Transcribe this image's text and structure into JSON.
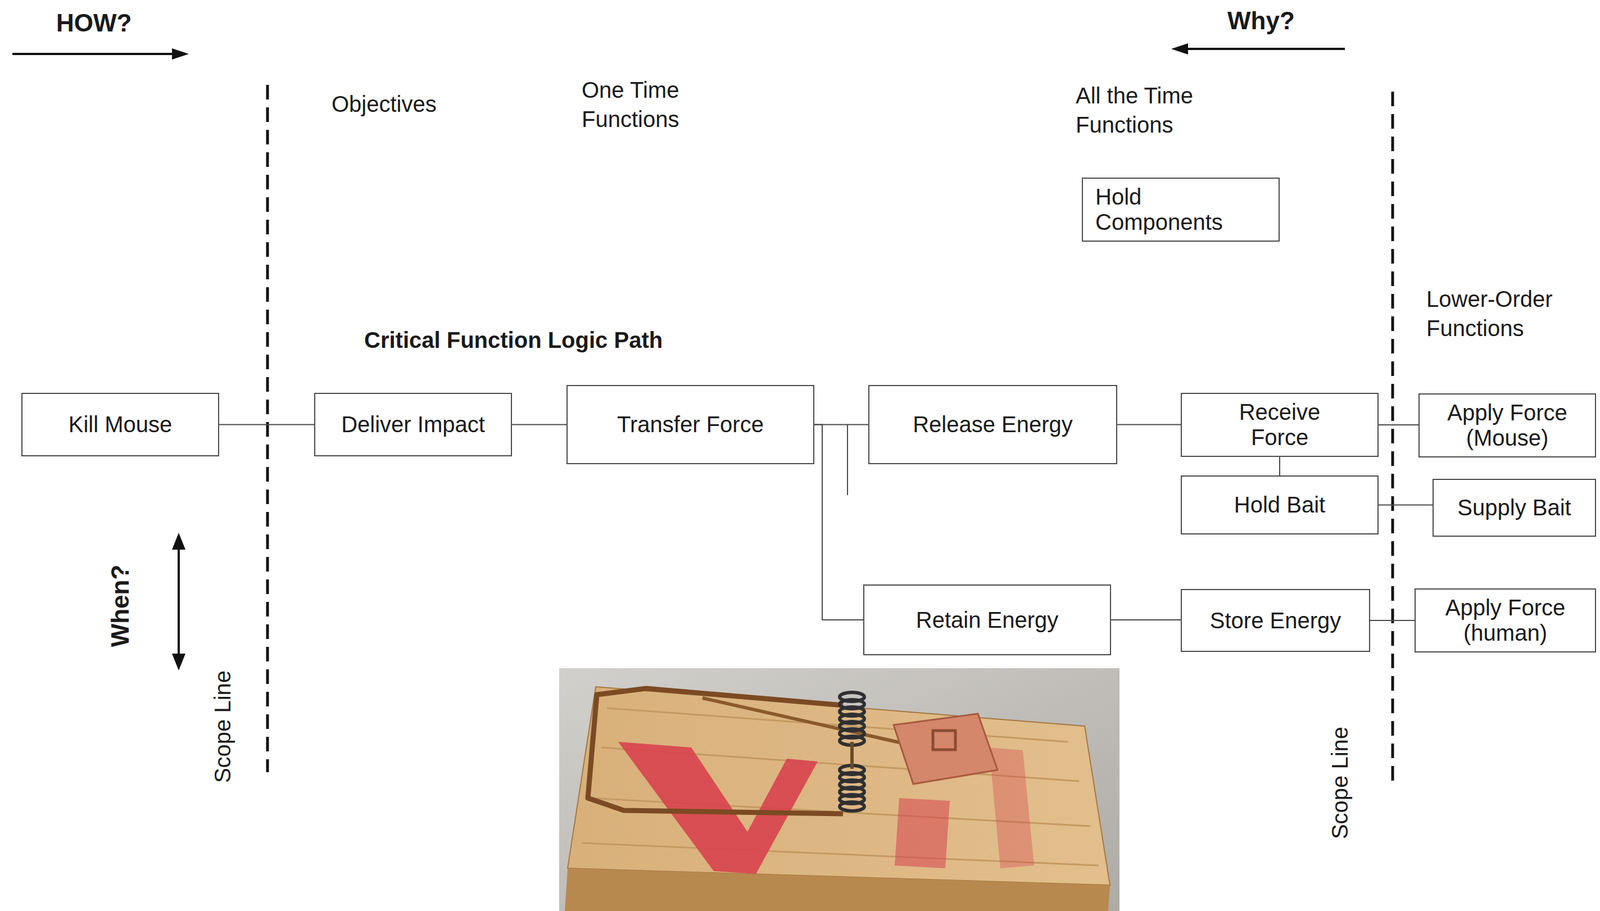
{
  "diagram": {
    "nodes": [
      {
        "text": [
          "Hold Components"
        ]
      },
      {
        "text": [
          "Kill Mouse"
        ]
      },
      {
        "text": [
          "Deliver Impact"
        ]
      },
      {
        "text": [
          "Transfer Force"
        ]
      },
      {
        "text": [
          "Release Energy"
        ]
      },
      {
        "text": [
          "Receive Force"
        ]
      },
      {
        "text": [
          "Apply Force (Mouse)"
        ]
      },
      {
        "text": [
          "Hold Bait"
        ]
      },
      {
        "text": [
          "Supply Bait"
        ]
      },
      {
        "text": [
          "Retain Energy"
        ]
      },
      {
        "text": [
          "Store Energy"
        ]
      },
      {
        "text": [
          "Apply Force (human)"
        ]
      }
    ],
    "edges": [
      {
        "from": 1,
        "to": 2,
        "arrow": "none"
      },
      {
        "from": 2,
        "to": 3,
        "arrow": "none"
      },
      {
        "from": 3,
        "to": 4,
        "arrow": "none"
      },
      {
        "from": 3,
        "to": 9,
        "arrow": "none"
      },
      {
        "from": 4,
        "to": 5,
        "arrow": "none"
      },
      {
        "from": 5,
        "to": 6,
        "arrow": "none"
      },
      {
        "from": 5,
        "to": 7,
        "arrow": "none"
      },
      {
        "from": 7,
        "to": 8,
        "arrow": "none"
      },
      {
        "from": 9,
        "to": 10,
        "arrow": "none"
      },
      {
        "from": 10,
        "to": 11,
        "arrow": "none"
      }
    ],
    "labels": [
      "HOW?",
      "Why?",
      "Objectives",
      "One Time Functions",
      "All the Time Functions",
      "Critical Function Logic Path",
      "Lower-Order Functions",
      "When?",
      "Scope Line",
      "Scope Line"
    ]
  }
}
